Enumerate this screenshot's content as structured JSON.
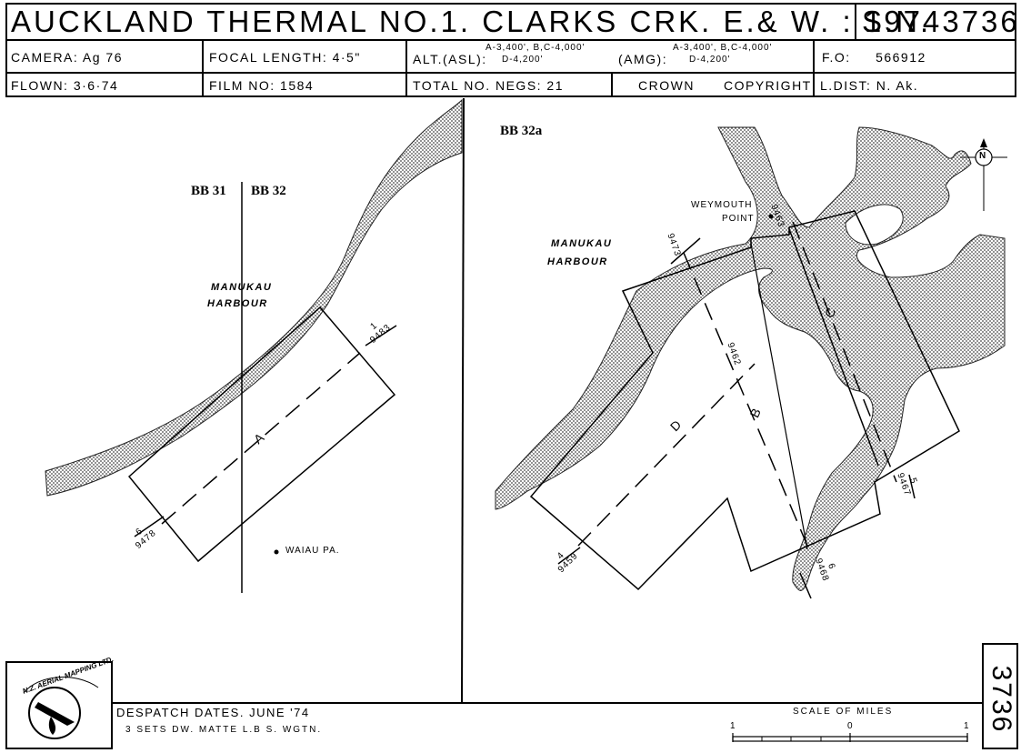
{
  "header": {
    "title": "AUCKLAND  THERMAL  NO.1.  CLARKS  CRK. E.& W. : 1974",
    "sn": "S.N. 3736",
    "camera": "CAMERA: Ag 76",
    "focal_length": "FOCAL LENGTH: 4·5\"",
    "alt_asl_label": "ALT.(ASL):",
    "alt_asl_line1": "A-3,400', B,C-4,000'",
    "alt_asl_line2": "D-4,200'",
    "amg_label": "(AMG):",
    "amg_line1": "A-3,400', B,C-4,000'",
    "amg_line2": "D-4,200'",
    "fo_label": "F.O:",
    "fo_value": "566912",
    "flown": "FLOWN: 3·6·74",
    "film_no": "FILM NO: 1584",
    "total_negs": "TOTAL NO. NEGS: 21",
    "crown": "CROWN",
    "copyright": "COPYRIGHT",
    "l_dist": "L.DIST: N. Ak."
  },
  "map_left": {
    "sheet_bb31": "BB 31",
    "sheet_bb32": "BB 32",
    "harbour_1": "MANUKAU",
    "harbour_2": "HARBOUR",
    "strip_a": "A",
    "end_label_1_top": "1",
    "end_label_1_bot": "9483",
    "end_label_6_top": "6",
    "end_label_6_bot": "9478",
    "place": "WAIAU PA."
  },
  "map_right": {
    "sheet": "BB 32a",
    "harbour_1": "MANUKAU",
    "harbour_2": "HARBOUR",
    "point_1": "WEYMOUTH",
    "point_2": "POINT",
    "north": "N",
    "strip_b": "B",
    "strip_c": "C",
    "strip_d": "D",
    "neg_9463": "9463",
    "neg_9473": "9473",
    "neg_9462": "9462",
    "neg_9467_top": "5",
    "neg_9467_bot": "9467",
    "neg_9468_top": "6",
    "neg_9468_bot": "9468",
    "neg_9459_top": "4",
    "neg_9459_bot": "9459"
  },
  "footer": {
    "logo_text": "N.Z. AERIAL MAPPING LTD.",
    "despatch": "DESPATCH DATES. JUNE '74",
    "sets": "3 SETS DW. MATTE L.B S. WGTN.",
    "scale_title": "SCALE  OF  MILES",
    "scale_left": "1",
    "scale_mid": "0",
    "scale_right": "1",
    "sheet_number": "3736"
  }
}
